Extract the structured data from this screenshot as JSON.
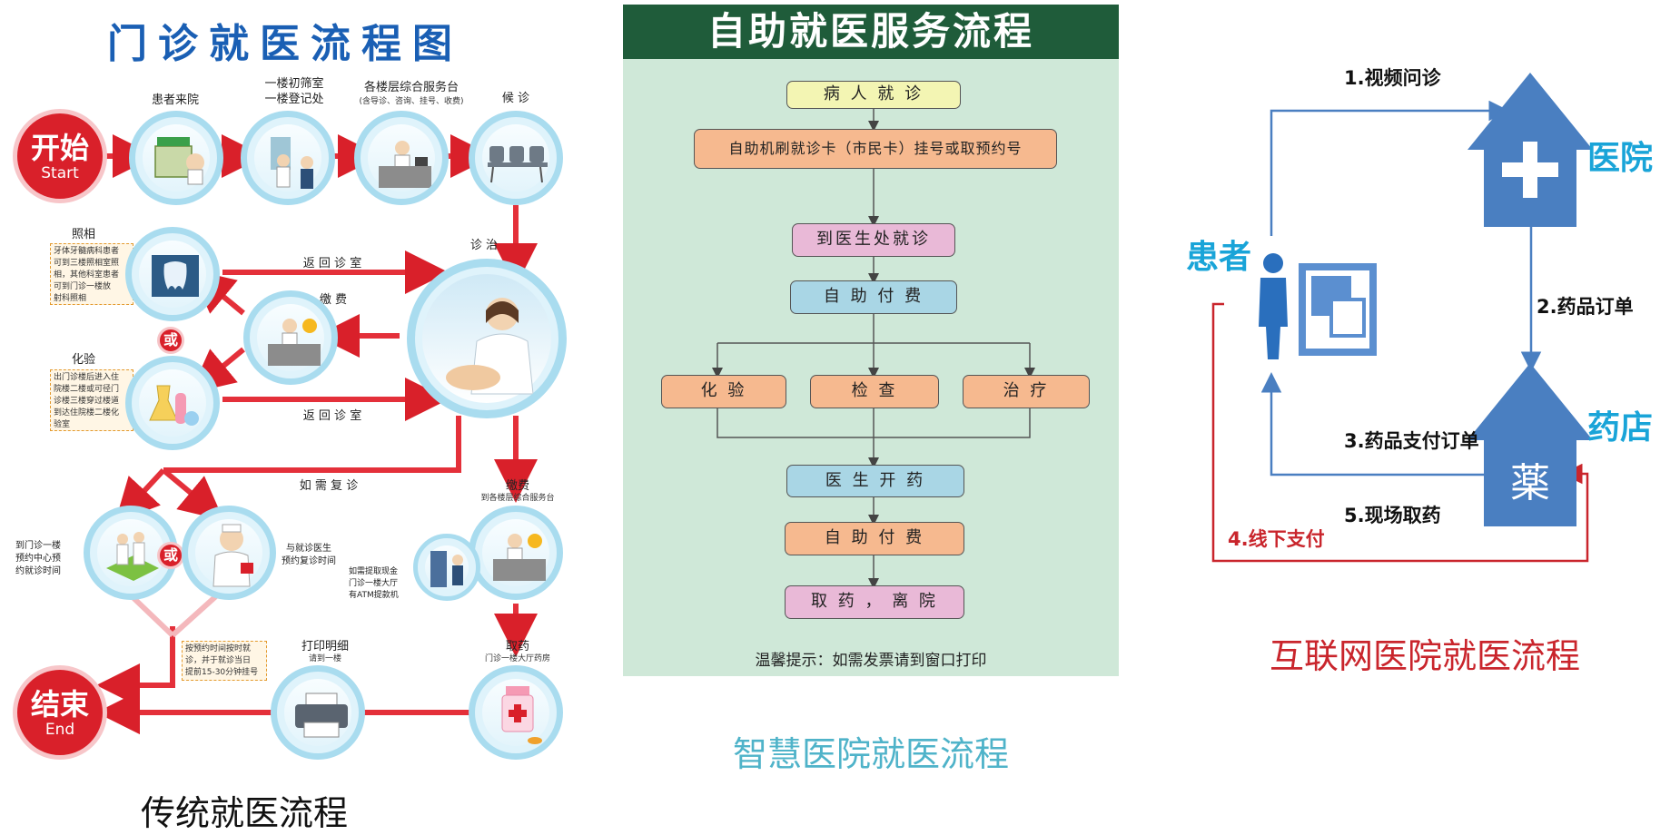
{
  "left": {
    "title": "门诊就医流程图",
    "start": {
      "zh": "开始",
      "en": "Start"
    },
    "end": {
      "zh": "结束",
      "en": "End"
    },
    "nodes": {
      "arrive": "患者来院",
      "triage": "一楼初筛室\n一楼登记处",
      "service_desk": "各楼层综合服务台",
      "service_desk_sub": "(含导诊、咨询、挂号、收费)",
      "wait": "候 诊",
      "diagnose": "诊 治",
      "photo": "照相",
      "photo_note": "牙体牙髓病科患者\n可到三楼照相室照\n相，其他科室患者\n可到门诊一楼放\n射科照相",
      "pay": "缴 费",
      "lab": "化验",
      "lab_note": "出门诊楼后进入住\n院楼二楼或可径门\n诊楼三楼穿过楼道\n到达住院楼二楼化\n验室",
      "return1": "返 回 诊 室",
      "return2": "返 回 诊 室",
      "revisit": "如 需 复 诊",
      "revisit_left": "到门诊一楼\n预约中心预\n约就诊时间",
      "revisit_right": "与就诊医生\n预约复诊时间",
      "pay2": "缴费",
      "pay2_sub": "到各楼层综合服务台",
      "atm_note": "如需提取现金\n门诊一楼大厅\n有ATM提款机",
      "appointment_note": "按预约时间按时就\n诊，并于就诊当日\n提前15-30分钟挂号",
      "print": "打印明细",
      "print_sub": "请到一楼",
      "medicine": "取药",
      "medicine_sub": "门诊一楼大厅药房",
      "or": "或"
    },
    "caption": "传统就医流程"
  },
  "middle": {
    "title": "自助就医服务流程",
    "steps": {
      "visit": "病 人 就 诊",
      "register": "自助机刷就诊卡（市民卡）挂号或取预约号",
      "doctor": "到医生处就诊",
      "pay1": "自 助 付 费",
      "lab": "化 验",
      "check": "检 查",
      "treat": "治 疗",
      "prescribe": "医 生 开 药",
      "pay2": "自 助 付 费",
      "leave": "取 药 ， 离 院"
    },
    "tip": "温馨提示：如需发票请到窗口打印",
    "caption": "智慧医院就医流程"
  },
  "right": {
    "patient": "患者",
    "hospital": "医院",
    "pharmacy": "药店",
    "pharmacy_glyph": "薬",
    "steps": {
      "s1": "1.视频问诊",
      "s2": "2.药品订单",
      "s3": "3.药品支付订单",
      "s4": "4.线下支付",
      "s5": "5.现场取药"
    },
    "colors": {
      "blue": "#4a7fc1",
      "red": "#c9252c",
      "cyan": "#19a4d8"
    },
    "caption": "互联网医院就医流程"
  }
}
